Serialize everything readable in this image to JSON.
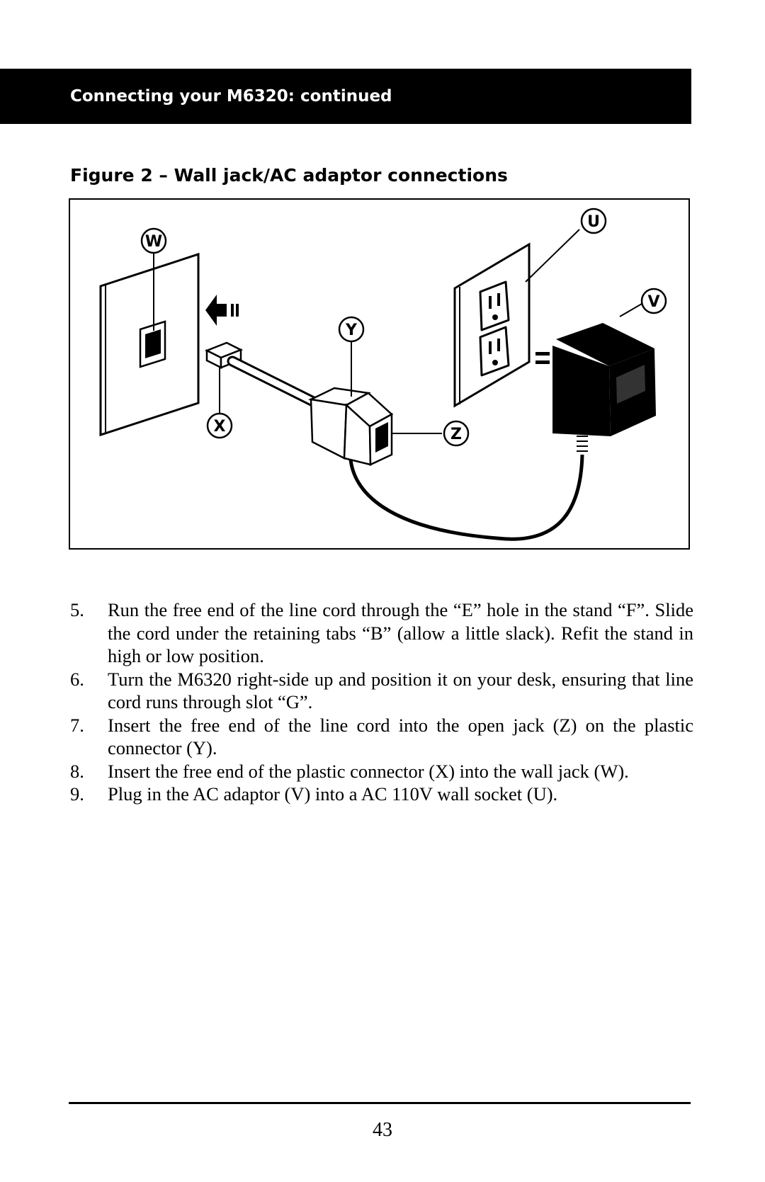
{
  "header": {
    "title": "Connecting your M6320: continued"
  },
  "figure": {
    "title": "Figure 2 – Wall jack/AC adaptor connections",
    "labels": {
      "u": "U",
      "v": "V",
      "w": "W",
      "x": "X",
      "y": "Y",
      "z": "Z"
    },
    "icons": [
      "wall-jack-plate-icon",
      "phone-plug-icon",
      "insert-arrow-icon",
      "inline-coupler-icon",
      "wall-outlet-icon",
      "ac-adaptor-icon"
    ]
  },
  "steps": [
    {
      "num": "5.",
      "text": "Run the free end of the line cord through the “E” hole in the stand “F”. Slide the cord under the retaining tabs “B” (allow a little slack). Refit the stand in high or low position."
    },
    {
      "num": "6.",
      "text": "Turn the M6320 right-side up and position it on your desk, ensuring that line cord runs through slot “G”."
    },
    {
      "num": "7.",
      "text": "Insert the free end of the line cord into the open jack (Z) on the plastic connector (Y)."
    },
    {
      "num": "8.",
      "text": "Insert the free end of the plastic connector (X) into the wall jack (W)."
    },
    {
      "num": "9.",
      "text": "Plug in the AC adaptor (V) into a AC 110V wall socket (U)."
    }
  ],
  "footer": {
    "page_number": "43"
  }
}
